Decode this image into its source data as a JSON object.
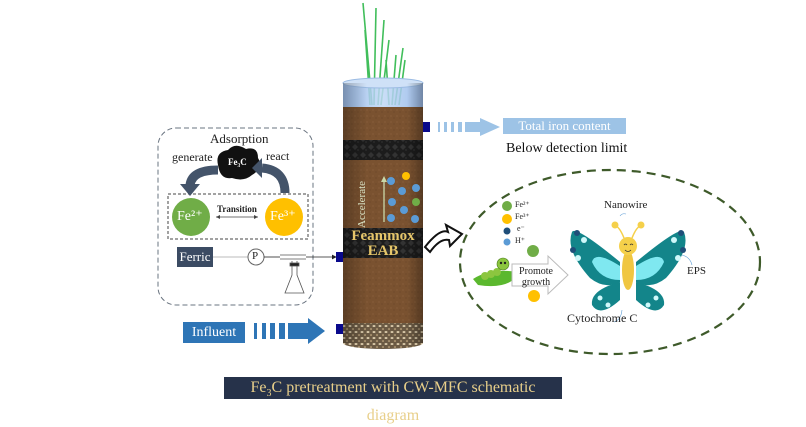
{
  "caption": {
    "prefix": "Fe",
    "sub": "3",
    "rest": "C pretreatment with CW-MFC schematic diagram"
  },
  "left_panel": {
    "adsorption": "Adsorption",
    "generate": "generate",
    "react": "react",
    "fe3c_label": "Fe₃C",
    "transition": "Transition",
    "fe2_label": "Fe²⁺",
    "fe3_label": "Fe³⁺",
    "ferric": "Ferric",
    "pump": "P"
  },
  "influent": "Influent",
  "column": {
    "accelerate": "Accelerate",
    "feammox_line1": "Feammox",
    "feammox_line2": "EAB"
  },
  "outflow": {
    "total_iron": "Total iron content",
    "below_limit": "Below  detection limit"
  },
  "right_panel": {
    "legend": [
      {
        "label": "Fe²⁺",
        "color": "#70ad47"
      },
      {
        "label": "Fe³⁺",
        "color": "#ffc000"
      },
      {
        "label": "e⁻",
        "color": "#1f4e79"
      },
      {
        "label": "H⁺",
        "color": "#5b9bd5"
      }
    ],
    "promote_line1": "Promote",
    "promote_line2": "growth",
    "nanowire": "Nanowire",
    "eps": "EPS",
    "cytochrome": "Cytochrome C"
  },
  "colors": {
    "fe2": "#70ad47",
    "fe3": "#ffc000",
    "electron": "#1f4e79",
    "proton": "#5b9bd5",
    "caption_bg": "#26324a",
    "influent": "#2e75b6",
    "soil": "#7a5230"
  }
}
